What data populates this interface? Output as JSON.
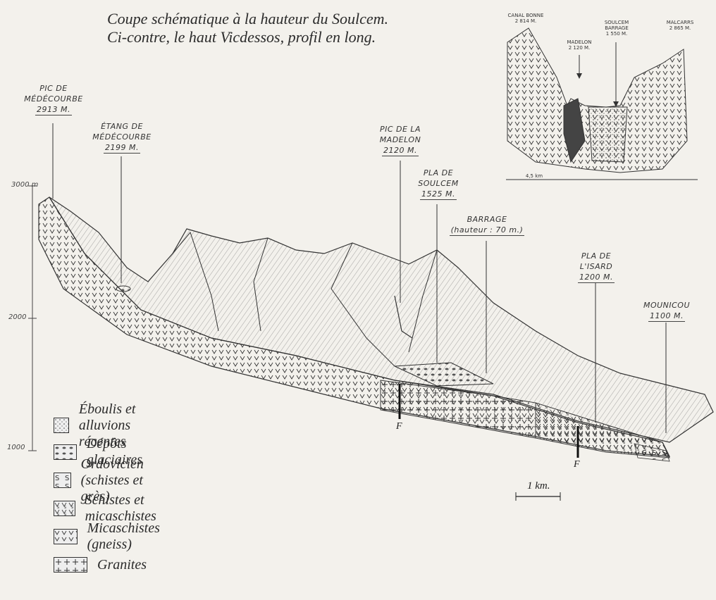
{
  "title": {
    "line1": "Coupe schématique à la hauteur du Soulcem.",
    "line2": "Ci-contre, le haut Vicdessos, profil en long."
  },
  "labels": {
    "pic_medecourbe": {
      "l1": "Pic de",
      "l2": "Médécourbe",
      "l3": "2913 m."
    },
    "etang_medecourbe": {
      "l1": "Étang de",
      "l2": "Médécourbe",
      "l3": "2199 m."
    },
    "pic_madelon": {
      "l1": "Pic de la",
      "l2": "Madelon",
      "l3": "2120 m."
    },
    "pla_soulcem": {
      "l1": "Pla de",
      "l2": "Soulcem",
      "l3": "1525 m."
    },
    "barrage": {
      "l1": "Barrage",
      "l2": "(hauteur : 70 m.)"
    },
    "pla_isard": {
      "l1": "Pla de",
      "l2": "L'Isard",
      "l3": "1200 m."
    },
    "mounicou": {
      "l1": "Mounicou",
      "l2": "1100 m."
    }
  },
  "altitude_scale": {
    "a3000": "3000 m",
    "a2000": "2000",
    "a1000": "1000"
  },
  "inset": {
    "canal_bonne": {
      "l1": "CANAL BONNE",
      "l2": "2 814 M."
    },
    "madelon": {
      "l1": "MADELON",
      "l2": "2 120 M."
    },
    "soulcem": {
      "l1": "SOULCEM",
      "l2": "BARRAGE",
      "l3": "1 550 M."
    },
    "malcarrs": {
      "l1": "MALCARRS",
      "l2": "2 865 M."
    },
    "width_label": "4,5 km"
  },
  "faults": {
    "f1": "F",
    "f2": "F"
  },
  "scale_bar": "1 km.",
  "legend": [
    {
      "label": "Éboulis et alluvions récentes",
      "pattern": "dots"
    },
    {
      "label": "Dépôts glaciaires",
      "pattern": "pebbles"
    },
    {
      "label": "Ordovicien (schistes et grès)",
      "pattern": "ss"
    },
    {
      "label": "Schistes et micaschistes",
      "pattern": "sv"
    },
    {
      "label": "Micaschistes (gneiss)",
      "pattern": "v"
    },
    {
      "label": "Granites",
      "pattern": "cross"
    }
  ]
}
